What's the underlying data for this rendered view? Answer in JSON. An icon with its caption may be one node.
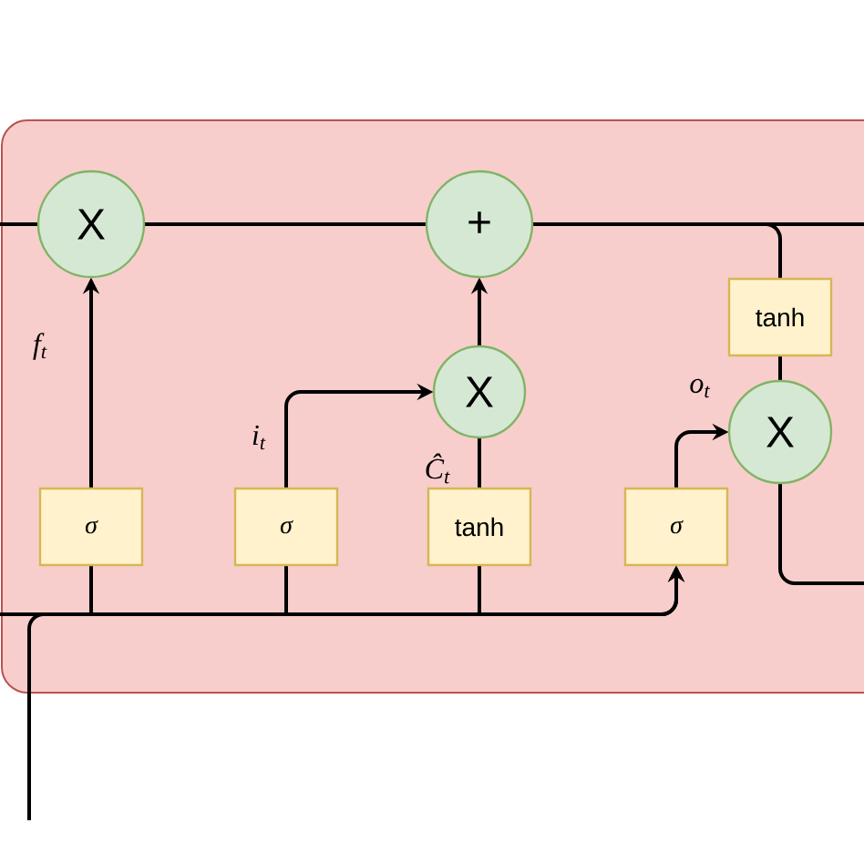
{
  "diagram": {
    "nodes": [
      {
        "text": [],
        "shape": "box"
      },
      {
        "text": [
          "X"
        ],
        "in": 0
      },
      {
        "text": [
          "+"
        ],
        "in": 0
      },
      {
        "text": [
          "X"
        ],
        "in": 0
      },
      {
        "text": [
          "X"
        ],
        "in": 0
      },
      {
        "text": [
          "tanh"
        ],
        "in": 0
      },
      {
        "text": [
          "σ"
        ],
        "in": 0
      },
      {
        "text": [
          "σ"
        ],
        "in": 0
      },
      {
        "text": [
          "tanh"
        ],
        "in": 0
      },
      {
        "text": [
          "σ"
        ],
        "in": 0
      }
    ],
    "edges": [
      {
        "from": null,
        "to": 1,
        "arrow": "none"
      },
      {
        "from": 1,
        "to": 2,
        "arrow": "none"
      },
      {
        "from": 2,
        "to": null,
        "arrow": "none"
      },
      {
        "from": 2,
        "to": 5,
        "arrow": "none"
      },
      {
        "from": 6,
        "to": 1,
        "arrow": "to",
        "label": "f$_{t}$"
      },
      {
        "from": 7,
        "to": 3,
        "arrow": "to",
        "label": "i$_{t}$"
      },
      {
        "from": 8,
        "to": 3,
        "arrow": "none",
        "label": "Ĉ$_{t}$"
      },
      {
        "from": 3,
        "to": 2,
        "arrow": "to"
      },
      {
        "from": 9,
        "to": 4,
        "arrow": "to",
        "label": "o$_{t}$"
      },
      {
        "from": 5,
        "to": 4,
        "arrow": "none"
      },
      {
        "from": 4,
        "to": null,
        "arrow": "none"
      },
      {
        "from": null,
        "to": 9,
        "arrow": "to"
      },
      {
        "from": null,
        "to": 9,
        "arrow": "to"
      },
      {
        "from": null,
        "to": 6,
        "arrow": "none"
      },
      {
        "from": null,
        "to": 7,
        "arrow": "none"
      },
      {
        "from": null,
        "to": 8,
        "arrow": "none"
      }
    ]
  }
}
